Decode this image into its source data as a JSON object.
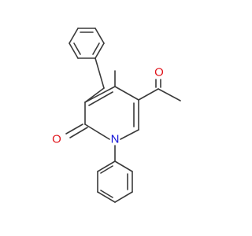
{
  "colors": {
    "bond": "#3a3a3a",
    "oxygen": "#e0131a",
    "nitrogen": "#1414d8",
    "background": "#ffffff"
  },
  "atom_labels": {
    "acetyl_oxygen": "O",
    "ring_carbonyl_oxygen": "O",
    "ring_nitrogen": "N"
  }
}
